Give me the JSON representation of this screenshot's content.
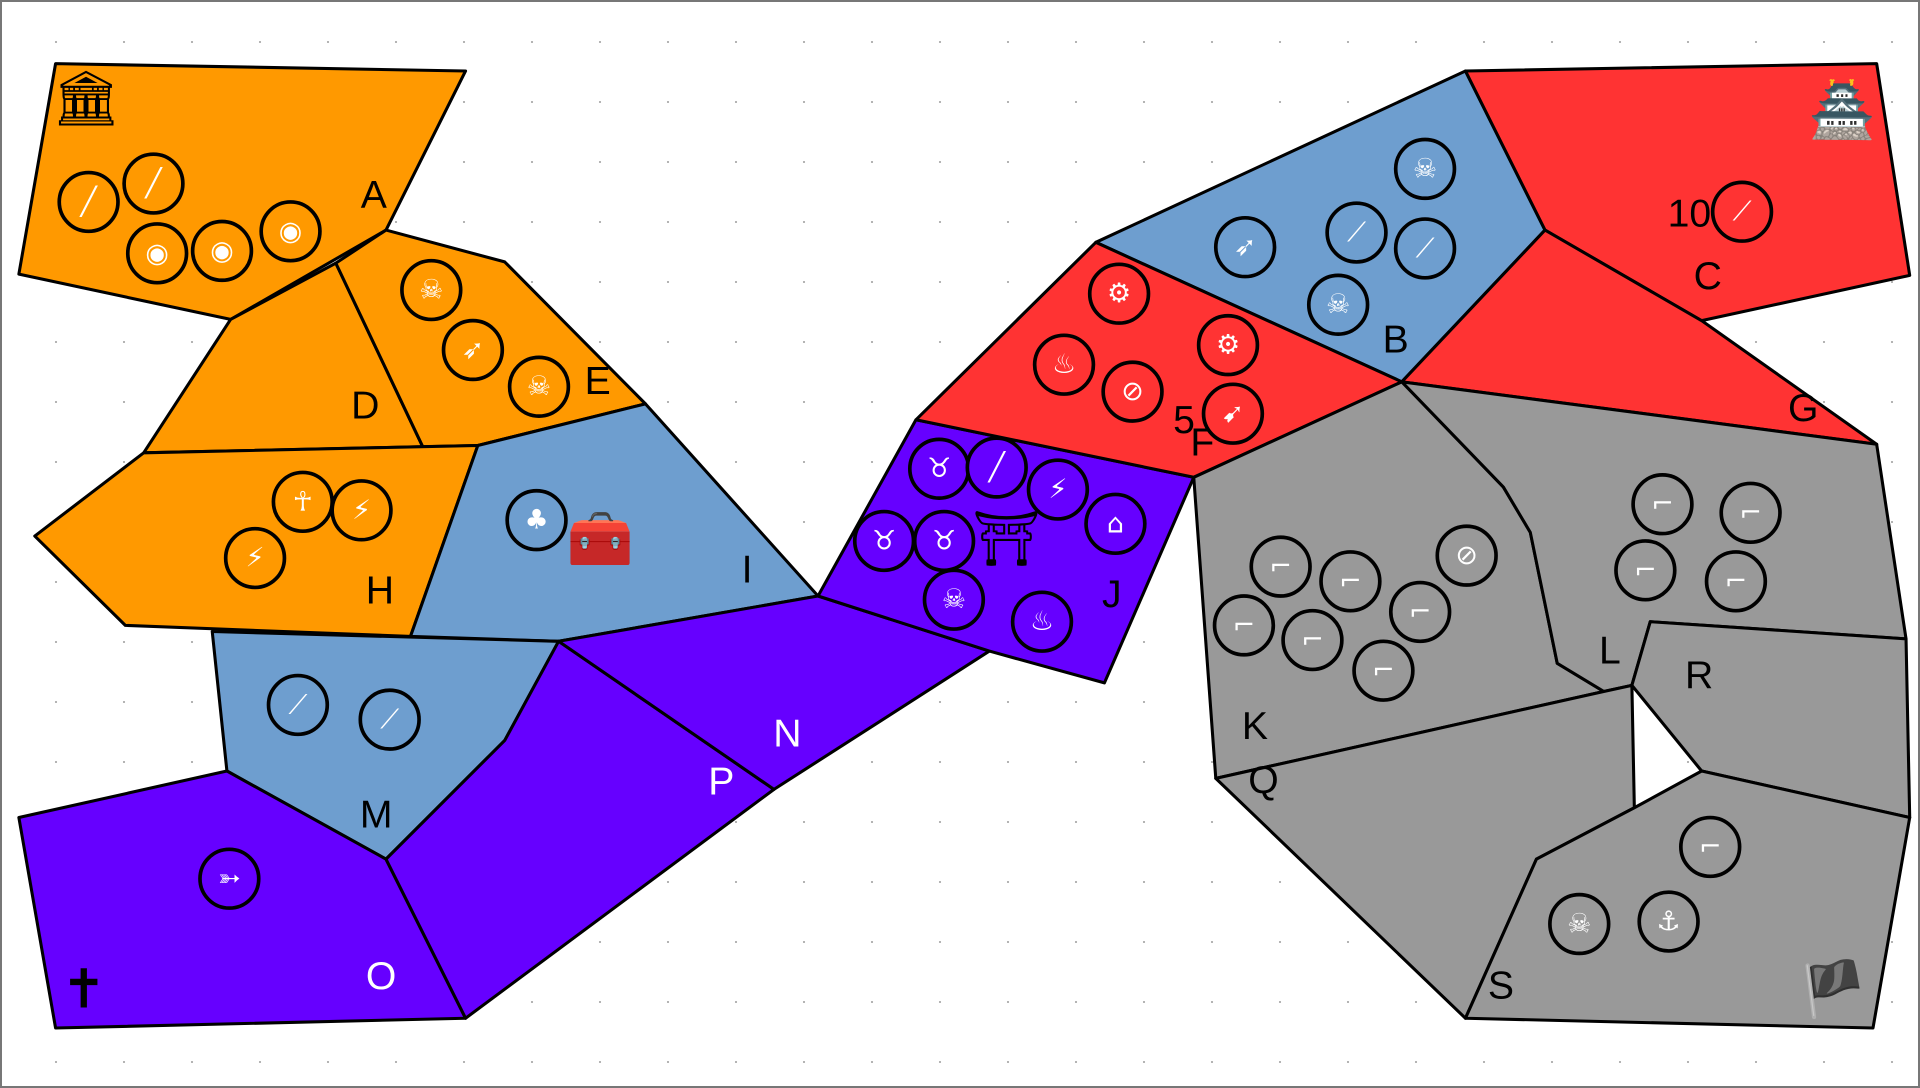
{
  "colors": {
    "orange": "#FF9900",
    "blue": "#6E9ECF",
    "red": "#FF3333",
    "purple": "#6600FF",
    "gray": "#999999"
  },
  "territories": [
    {
      "id": "A",
      "color": "orange"
    },
    {
      "id": "D",
      "color": "orange"
    },
    {
      "id": "E",
      "color": "orange"
    },
    {
      "id": "H",
      "color": "orange"
    },
    {
      "id": "I",
      "color": "blue"
    },
    {
      "id": "M",
      "color": "blue"
    },
    {
      "id": "B",
      "color": "blue"
    },
    {
      "id": "O",
      "color": "purple"
    },
    {
      "id": "P",
      "color": "purple"
    },
    {
      "id": "N",
      "color": "purple"
    },
    {
      "id": "J",
      "color": "purple"
    },
    {
      "id": "F",
      "color": "red"
    },
    {
      "id": "C",
      "color": "red"
    },
    {
      "id": "G",
      "color": "red"
    },
    {
      "id": "K",
      "color": "gray"
    },
    {
      "id": "L",
      "color": "gray"
    },
    {
      "id": "R",
      "color": "gray"
    },
    {
      "id": "Q",
      "color": "gray"
    },
    {
      "id": "S",
      "color": "gray"
    }
  ],
  "counts": {
    "F": "5",
    "C": "10"
  },
  "landmarks": [
    {
      "territory": "A",
      "icon": "temple-icon"
    },
    {
      "territory": "I",
      "icon": "treasure-chest-icon"
    },
    {
      "territory": "O",
      "icon": "grave-cross-icon"
    },
    {
      "territory": "J",
      "icon": "portal-gate-icon"
    },
    {
      "territory": "C",
      "icon": "pagoda-icon"
    },
    {
      "territory": "S",
      "icon": "pirate-ship-icon"
    }
  ],
  "units": [
    {
      "t": "A",
      "icon": "spear"
    },
    {
      "t": "A",
      "icon": "spear"
    },
    {
      "t": "A",
      "icon": "shield-spear"
    },
    {
      "t": "A",
      "icon": "shield-spear"
    },
    {
      "t": "A",
      "icon": "shield-spear"
    },
    {
      "t": "E",
      "icon": "mask"
    },
    {
      "t": "E",
      "icon": "ballista"
    },
    {
      "t": "E",
      "icon": "mask"
    },
    {
      "t": "H",
      "icon": "skeleton"
    },
    {
      "t": "H",
      "icon": "lightning"
    },
    {
      "t": "H",
      "icon": "lightning"
    },
    {
      "t": "I",
      "icon": "mammoth"
    },
    {
      "t": "M",
      "icon": "sword"
    },
    {
      "t": "M",
      "icon": "sword"
    },
    {
      "t": "O",
      "icon": "bow"
    },
    {
      "t": "J",
      "icon": "viking"
    },
    {
      "t": "J",
      "icon": "spear"
    },
    {
      "t": "J",
      "icon": "lightning"
    },
    {
      "t": "J",
      "icon": "ghost"
    },
    {
      "t": "J",
      "icon": "viking"
    },
    {
      "t": "J",
      "icon": "viking"
    },
    {
      "t": "J",
      "icon": "mask"
    },
    {
      "t": "J",
      "icon": "genie"
    },
    {
      "t": "F",
      "icon": "cannon"
    },
    {
      "t": "F",
      "icon": "fire"
    },
    {
      "t": "F",
      "icon": "no-skull"
    },
    {
      "t": "F",
      "icon": "cannon"
    },
    {
      "t": "F",
      "icon": "rocket"
    },
    {
      "t": "B",
      "icon": "mask"
    },
    {
      "t": "B",
      "icon": "ballista"
    },
    {
      "t": "B",
      "icon": "sword"
    },
    {
      "t": "B",
      "icon": "sword"
    },
    {
      "t": "B",
      "icon": "mask"
    },
    {
      "t": "C",
      "icon": "sword"
    },
    {
      "t": "L",
      "icon": "pistol"
    },
    {
      "t": "L",
      "icon": "pistol"
    },
    {
      "t": "L",
      "icon": "pistol"
    },
    {
      "t": "L",
      "icon": "pistol"
    },
    {
      "t": "K",
      "icon": "pistol"
    },
    {
      "t": "K",
      "icon": "pistol"
    },
    {
      "t": "K",
      "icon": "pistol"
    },
    {
      "t": "K",
      "icon": "pistol"
    },
    {
      "t": "K",
      "icon": "pistol"
    },
    {
      "t": "K",
      "icon": "pistol"
    },
    {
      "t": "K",
      "icon": "no-skull"
    },
    {
      "t": "S",
      "icon": "pistol"
    },
    {
      "t": "S",
      "icon": "pirate-skull"
    },
    {
      "t": "S",
      "icon": "anchor"
    }
  ]
}
